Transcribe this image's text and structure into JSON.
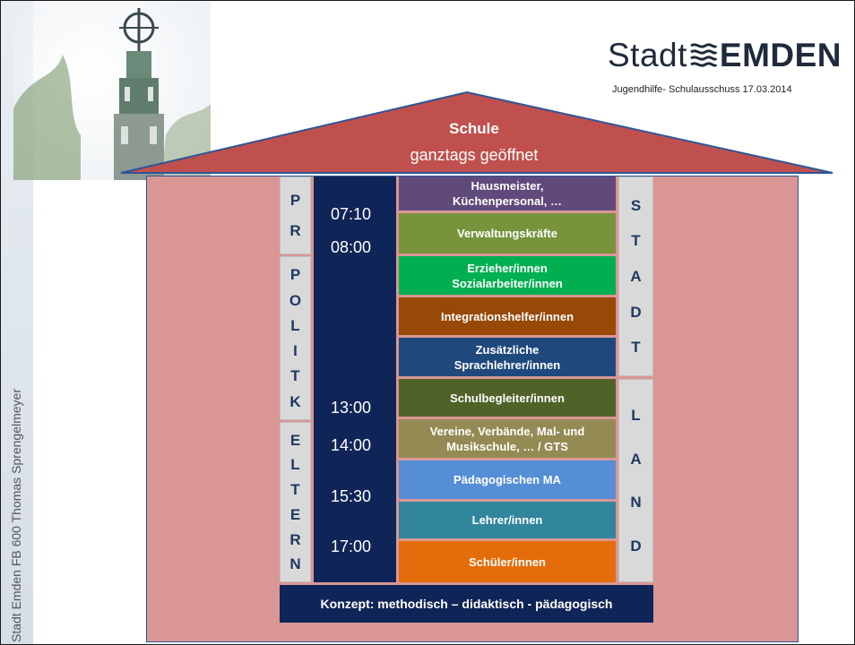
{
  "sidebar": {
    "text": "Stadt Emden FB  600 Thomas Sprengelmeyer"
  },
  "logo": {
    "stadt": "Stadt",
    "emden": "EMDEN"
  },
  "meeting": "Jugendhilfe- Schulausschuss 17.03.2014",
  "roof": {
    "title": "Schule",
    "subtitle": "ganztags geöffnet"
  },
  "left_columns": [
    {
      "letters": [
        "P",
        "R"
      ]
    },
    {
      "letters": [
        "P",
        "O",
        "L",
        "I",
        "T",
        "K"
      ]
    },
    {
      "letters": [
        "E",
        "L",
        "T",
        "E",
        "R",
        "N"
      ]
    }
  ],
  "right_columns": [
    {
      "letters": [
        "S",
        "T",
        "A",
        "D",
        "T"
      ]
    },
    {
      "letters": [
        "L",
        "A",
        "N",
        "D"
      ]
    }
  ],
  "times": [
    "07:10",
    "08:00",
    "13:00",
    "14:00",
    "15:30",
    "17:00"
  ],
  "bands": [
    {
      "lines": [
        "Hausmeister,",
        "Küchenpersonal, …"
      ],
      "color": "#604a7b"
    },
    {
      "lines": [
        "Verwaltungskräfte"
      ],
      "color": "#77933c"
    },
    {
      "lines": [
        "Erzieher/innen",
        "Sozialarbeiter/innen"
      ],
      "color": "#00b050"
    },
    {
      "lines": [
        "Integrationshelfer/innen"
      ],
      "color": "#984807"
    },
    {
      "lines": [
        "Zusätzliche",
        "Sprachlehrer/innen"
      ],
      "color": "#1f497d"
    },
    {
      "lines": [
        "Schulbegleiter/innen"
      ],
      "color": "#4f6228"
    },
    {
      "lines": [
        "Vereine, Verbände, Mal- und",
        "Musikschule, … / GTS"
      ],
      "color": "#948a54"
    },
    {
      "lines": [
        "Pädagogischen MA"
      ],
      "color": "#558ed5"
    },
    {
      "lines": [
        "Lehrer/innen"
      ],
      "color": "#31859c"
    },
    {
      "lines": [
        "Schüler/innen"
      ],
      "color": "#e46c0a"
    }
  ],
  "konzept": "Konzept: methodisch – didaktisch - pädagogisch",
  "colors": {
    "house": "#da9694",
    "roof": "#c0504d",
    "navy": "#0f2557",
    "grey_column": "#d9d9d9"
  }
}
